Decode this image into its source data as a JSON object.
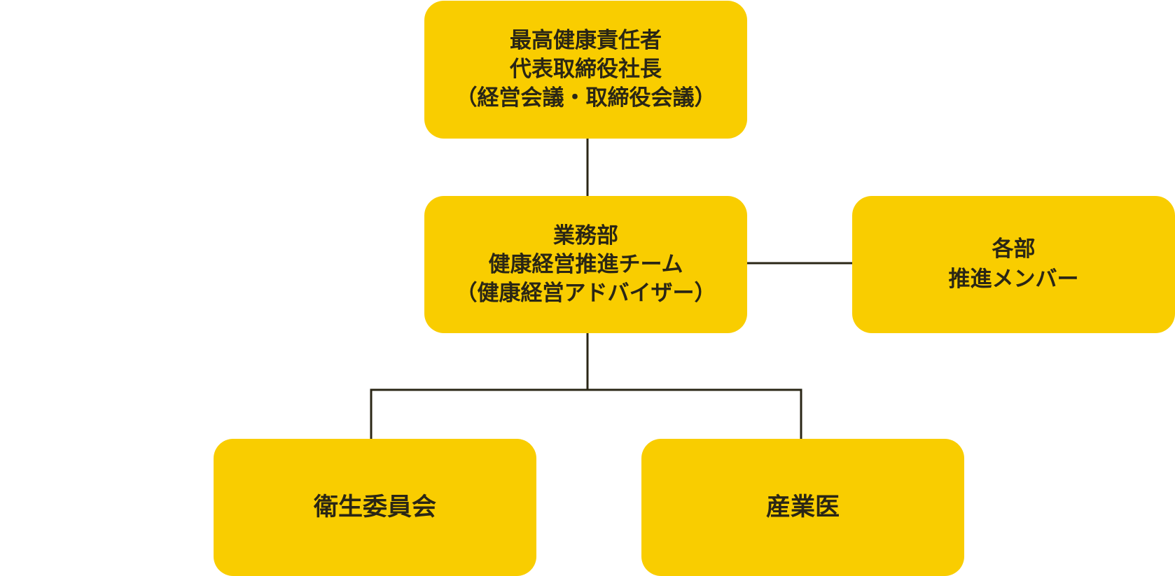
{
  "colors": {
    "node_fill": "#f9cd00",
    "text": "#2a2615",
    "connector": "#2a2615",
    "background": "#ffffff"
  },
  "nodes": {
    "top": {
      "lines": [
        "最高健康責任者",
        "代表取締役社長",
        "（経営会議・取締役会議）"
      ]
    },
    "middle": {
      "lines": [
        "業務部",
        "健康経営推進チーム",
        "（健康経営アドバイザー）"
      ]
    },
    "right": {
      "lines": [
        "各部",
        "推進メンバー"
      ]
    },
    "bottom_left": {
      "lines": [
        "衛生委員会"
      ]
    },
    "bottom_right": {
      "lines": [
        "産業医"
      ]
    }
  }
}
